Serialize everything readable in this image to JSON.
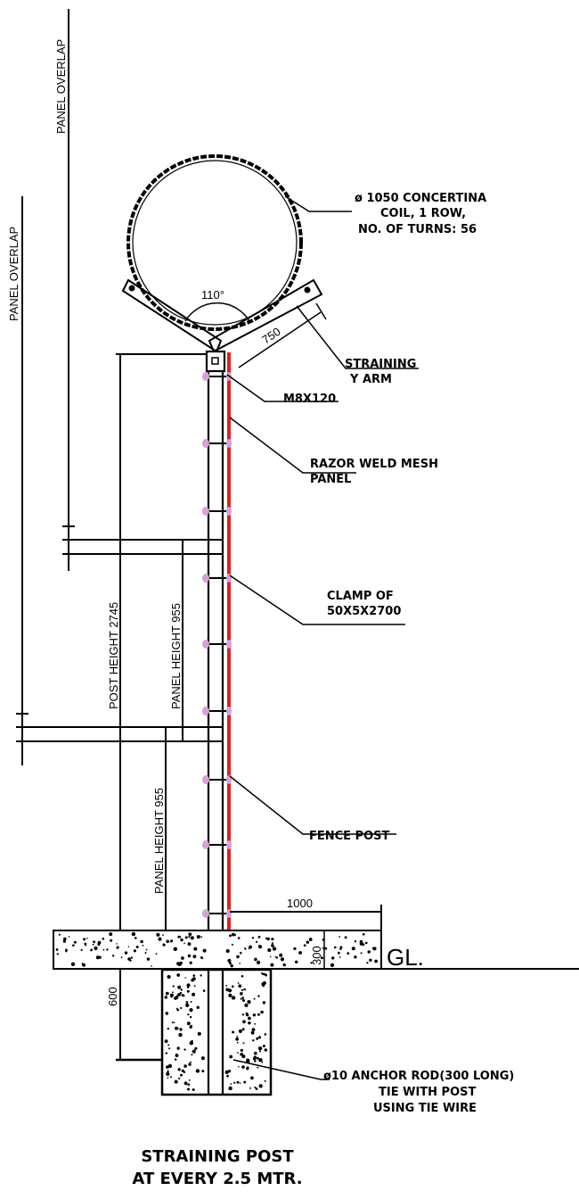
{
  "labels": {
    "coil_line1": "ø 1050 CONCERTINA",
    "coil_line2": "COIL, 1 ROW,",
    "coil_line3": "NO. OF TURNS: 56",
    "arm_line1": "STRAINING",
    "arm_line2": "Y ARM",
    "bolt": "M8X120",
    "mesh_line1": "RAZOR WELD MESH",
    "mesh_line2": "PANEL",
    "clamp_line1": "CLAMP OF",
    "clamp_line2": "50X5X2700",
    "post": "FENCE POST",
    "anchor_line1": "ø10 ANCHOR ROD(300 LONG)",
    "anchor_line2": "TIE WITH POST",
    "anchor_line3": "USING TIE WIRE"
  },
  "dimensions": {
    "angle": "110°",
    "arm_length": "750",
    "panel_overlap_1": "PANEL OVERLAP",
    "panel_overlap_2": "PANEL OVERLAP",
    "post_height": "POST HEIGHT 2745",
    "panel_height_1": "PANEL HEIGHT 955",
    "panel_height_2": "PANEL HEIGHT 955",
    "base_width": "1000",
    "slab_depth": "300",
    "footing_depth": "600",
    "ground_level": "GL."
  },
  "title": {
    "line1": "STRAINING POST",
    "line2": "AT EVERY 2.5 MTR."
  },
  "colors": {
    "line": "#000000",
    "mesh_panel": "#e02020",
    "clamp": "#d8a0d8"
  }
}
